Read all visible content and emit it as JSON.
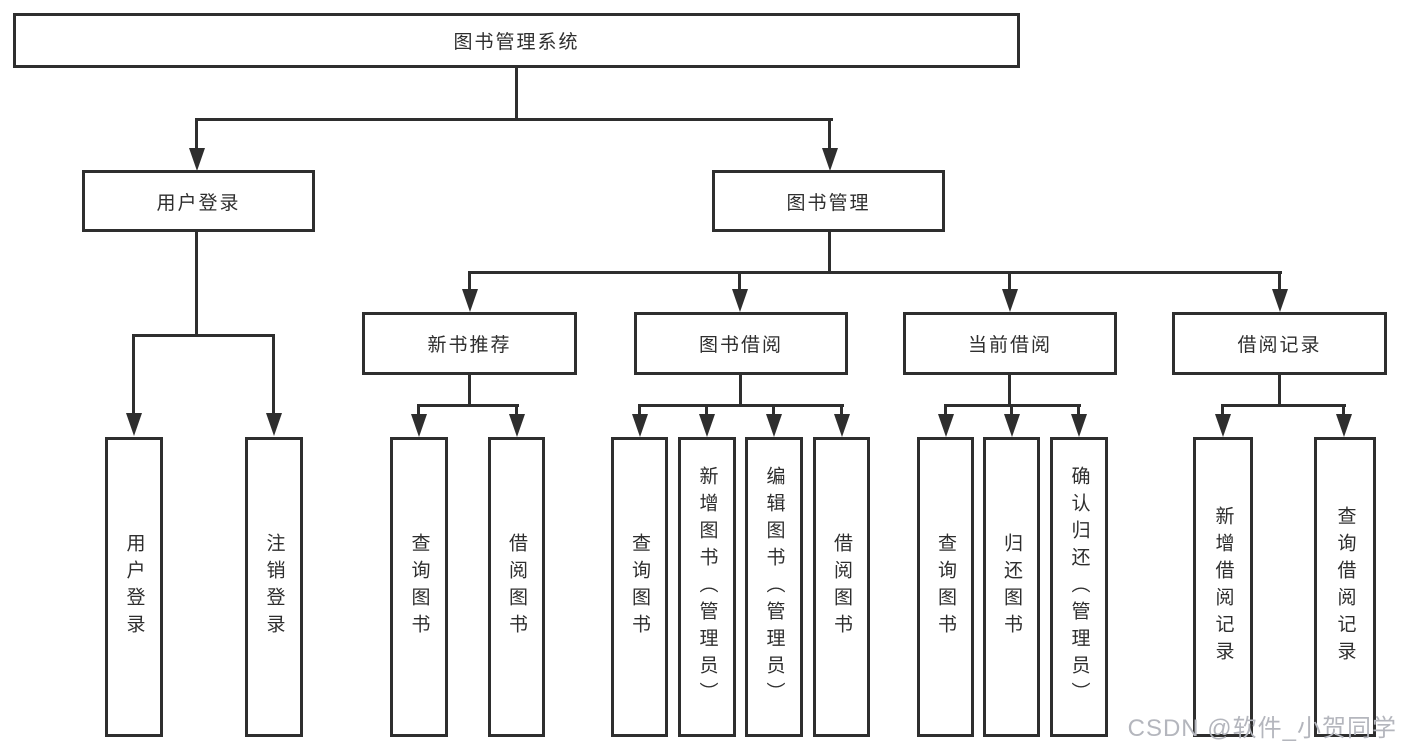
{
  "watermark": "CSDN @软件_小贺同学",
  "colors": {
    "line": "#2e2e2e",
    "text": "#2e2e2e",
    "watermark_text": "#b4b6bd",
    "background": "#ffffff"
  },
  "tree": {
    "root": {
      "label": "图书管理系统"
    },
    "branches": [
      {
        "label": "用户登录",
        "children": [
          {
            "label": "用户登录"
          },
          {
            "label": "注销登录"
          }
        ]
      },
      {
        "label": "图书管理",
        "children": [
          {
            "label": "新书推荐",
            "children": [
              {
                "label": "查询图书"
              },
              {
                "label": "借阅图书"
              }
            ]
          },
          {
            "label": "图书借阅",
            "children": [
              {
                "label": "查询图书"
              },
              {
                "label": "新增图书（管理员）"
              },
              {
                "label": "编辑图书（管理员）"
              },
              {
                "label": "借阅图书"
              }
            ]
          },
          {
            "label": "当前借阅",
            "children": [
              {
                "label": "查询图书"
              },
              {
                "label": "归还图书"
              },
              {
                "label": "确认归还（管理员）"
              }
            ]
          },
          {
            "label": "借阅记录",
            "children": [
              {
                "label": "新增借阅记录"
              },
              {
                "label": "查询借阅记录"
              }
            ]
          }
        ]
      }
    ]
  }
}
